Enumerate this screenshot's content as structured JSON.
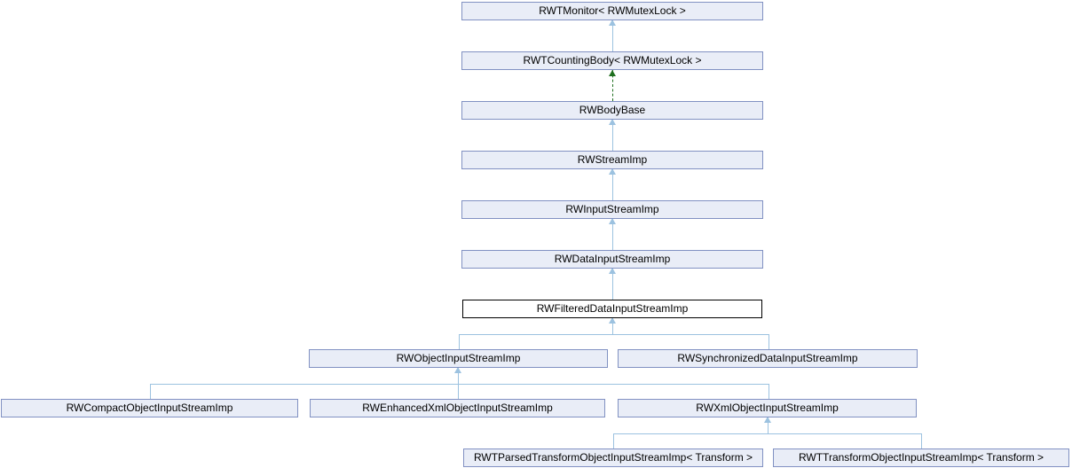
{
  "diagram": {
    "type": "class-inheritance-graph",
    "nodes": [
      {
        "id": "rwtmonitor",
        "label": "RWTMonitor< RWMutexLock >",
        "selected": false
      },
      {
        "id": "rwtcountingbody",
        "label": "RWTCountingBody< RWMutexLock >",
        "selected": false
      },
      {
        "id": "rwbodybase",
        "label": "RWBodyBase",
        "selected": false
      },
      {
        "id": "rwstreamimp",
        "label": "RWStreamImp",
        "selected": false
      },
      {
        "id": "rwinputstreamimp",
        "label": "RWInputStreamImp",
        "selected": false
      },
      {
        "id": "rwdatainputstreamimp",
        "label": "RWDataInputStreamImp",
        "selected": false
      },
      {
        "id": "rwfiltereddatainputstreamimp",
        "label": "RWFilteredDataInputStreamImp",
        "selected": true
      },
      {
        "id": "rwobjectinputstreamimp",
        "label": "RWObjectInputStreamImp",
        "selected": false
      },
      {
        "id": "rwsynchronizeddatainputstreamimp",
        "label": "RWSynchronizedDataInputStreamImp",
        "selected": false
      },
      {
        "id": "rwcompactobjectinputstreamimp",
        "label": "RWCompactObjectInputStreamImp",
        "selected": false
      },
      {
        "id": "rwenhancedxmlobjectinputstreamimp",
        "label": "RWEnhancedXmlObjectInputStreamImp",
        "selected": false
      },
      {
        "id": "rwxmlobjectinputstreamimp",
        "label": "RWXmlObjectInputStreamImp",
        "selected": false
      },
      {
        "id": "rwtparsedtransformobjectinputstreamimp",
        "label": "RWTParsedTransformObjectInputStreamImp< Transform >",
        "selected": false
      },
      {
        "id": "rwttransformobjectinputstreamimp",
        "label": "RWTTransformObjectInputStreamImp< Transform >",
        "selected": false
      }
    ],
    "edges": [
      {
        "from": "rwtcountingbody",
        "to": "rwtmonitor",
        "style": "solid"
      },
      {
        "from": "rwbodybase",
        "to": "rwtcountingbody",
        "style": "dashed"
      },
      {
        "from": "rwstreamimp",
        "to": "rwbodybase",
        "style": "solid"
      },
      {
        "from": "rwinputstreamimp",
        "to": "rwstreamimp",
        "style": "solid"
      },
      {
        "from": "rwdatainputstreamimp",
        "to": "rwinputstreamimp",
        "style": "solid"
      },
      {
        "from": "rwfiltereddatainputstreamimp",
        "to": "rwdatainputstreamimp",
        "style": "solid"
      },
      {
        "from": "rwobjectinputstreamimp",
        "to": "rwfiltereddatainputstreamimp",
        "style": "solid"
      },
      {
        "from": "rwsynchronizeddatainputstreamimp",
        "to": "rwfiltereddatainputstreamimp",
        "style": "solid"
      },
      {
        "from": "rwcompactobjectinputstreamimp",
        "to": "rwobjectinputstreamimp",
        "style": "solid"
      },
      {
        "from": "rwenhancedxmlobjectinputstreamimp",
        "to": "rwobjectinputstreamimp",
        "style": "solid"
      },
      {
        "from": "rwxmlobjectinputstreamimp",
        "to": "rwobjectinputstreamimp",
        "style": "solid"
      },
      {
        "from": "rwtparsedtransformobjectinputstreamimp",
        "to": "rwxmlobjectinputstreamimp",
        "style": "solid"
      },
      {
        "from": "rwttransformobjectinputstreamimp",
        "to": "rwxmlobjectinputstreamimp",
        "style": "solid"
      }
    ]
  },
  "colors": {
    "node_fill": "#e9edf7",
    "node_border": "#8191c2",
    "selected_fill": "#ffffff",
    "selected_border": "#000000",
    "edge_solid": "#9cc2e0",
    "edge_dashed": "#1f6f1f",
    "text": "#000000",
    "background": "#ffffff"
  }
}
